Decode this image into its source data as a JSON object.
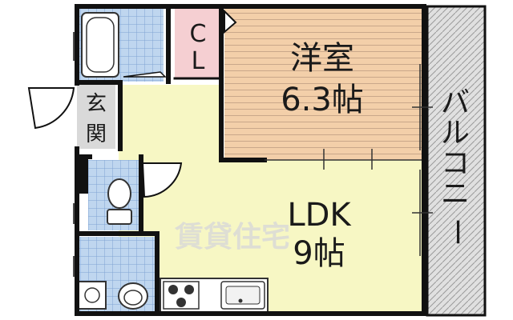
{
  "rooms": {
    "western_room": {
      "name": "洋室",
      "size": "6.3帖"
    },
    "ldk": {
      "name": "LDK",
      "size": "9帖"
    },
    "closet": {
      "line1": "C",
      "line2": "L"
    },
    "entrance": {
      "line1": "玄",
      "line2": "関"
    },
    "balcony": {
      "chars": [
        "バ",
        "ル",
        "コ",
        "ニ",
        "ー"
      ]
    }
  },
  "watermark": "賃貸住宅",
  "colors": {
    "ldk_floor": "#f7f7c4",
    "western_floor": "#f3cfa9",
    "western_lines": "#c9a78a",
    "closet_floor": "#f5cfd2",
    "entrance_floor": "#d9d9d9",
    "wet_tile": "#bfd6ef",
    "wet_grid": "#7fa3d3",
    "balcony_fill": "#e0e0e0",
    "wall": "#111111"
  },
  "icons": [
    "bathtub-icon",
    "toilet-icon",
    "washbasin-icon",
    "stove-icon",
    "sink-icon",
    "washer-pan-icon"
  ]
}
